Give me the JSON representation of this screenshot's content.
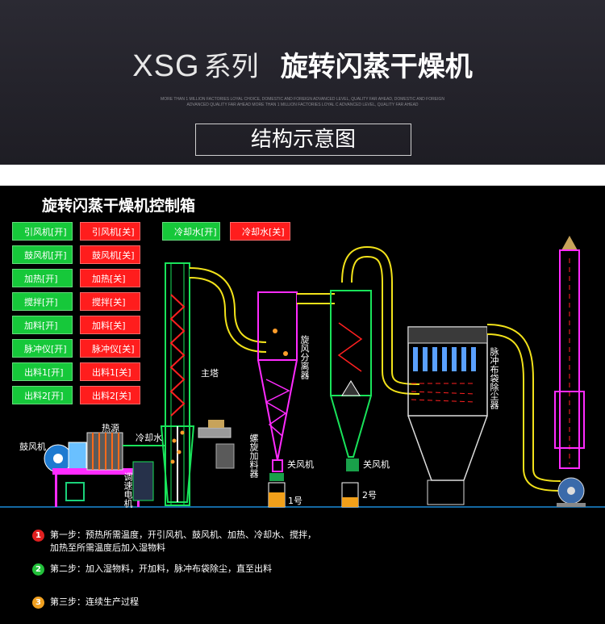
{
  "header": {
    "title_en": "XSG",
    "title_series": "系列",
    "title_cn": "旋转闪蒸干燥机",
    "tagline": "MORE THAN 1 MILLION FACTORIES LOYAL CHOICE, DOMESTIC AND FOREIGN ADVANCED LEVEL, QUALITY FAR AHEAD, DOMESTIC AND FOREIGN ADVANCED QUALITY FAR AHEAD MORE THAN 1 MILLION FACTORIES LOYAL C ADVANCED LEVEL, QUALITY FAR AHEAD",
    "subtitle": "结构示意图"
  },
  "panel": {
    "title": "旋转闪蒸干燥机控制箱"
  },
  "controls": [
    {
      "on": "引风机[开]",
      "off": "引风机[关]"
    },
    {
      "on": "鼓风机[开]",
      "off": "鼓风机[关]"
    },
    {
      "on": "加热[开]",
      "off": "加热[关]"
    },
    {
      "on": "搅拌[开]",
      "off": "搅拌[关]"
    },
    {
      "on": "加料[开]",
      "off": "加料[关]"
    },
    {
      "on": "脉冲仪[开]",
      "off": "脉冲仪[关]"
    },
    {
      "on": "出料1[开]",
      "off": "出料1[关]"
    },
    {
      "on": "出料2[开]",
      "off": "出料2[关]"
    }
  ],
  "cooling": {
    "on": "冷却水[开]",
    "off": "冷却水[关]"
  },
  "labels": {
    "blower": "鼓风机",
    "heat_source": "热源",
    "cooling_water": "冷却水",
    "speed_motor": "调速电机",
    "screw_feeder": "螺旋加料器",
    "main_tower": "主塔",
    "cyclone": "旋风分离器",
    "valve1": "关风机",
    "valve2": "关风机",
    "bin1": "1号",
    "bin2": "2号",
    "dust_collector": "脉冲布袋除尘器"
  },
  "steps": [
    {
      "num": "1",
      "line1": "第一步：预热所需温度，开引风机、鼓风机、加热、冷却水、搅拌，",
      "line2": "加热至所需温度后加入湿物料"
    },
    {
      "num": "2",
      "line1": "第二步：加入湿物料，开加料，脉冲布袋除尘，直至出料",
      "line2": ""
    },
    {
      "num": "3",
      "line1": "第三步：连续生产过程",
      "line2": ""
    }
  ],
  "colors": {
    "on": "#16c83a",
    "off": "#ff1d1d",
    "pipe": "#f2e21a",
    "frame": "#19e35a",
    "magenta": "#ff2bff",
    "step1": "#e02020",
    "step2": "#22c03a",
    "step3": "#f0a020"
  }
}
